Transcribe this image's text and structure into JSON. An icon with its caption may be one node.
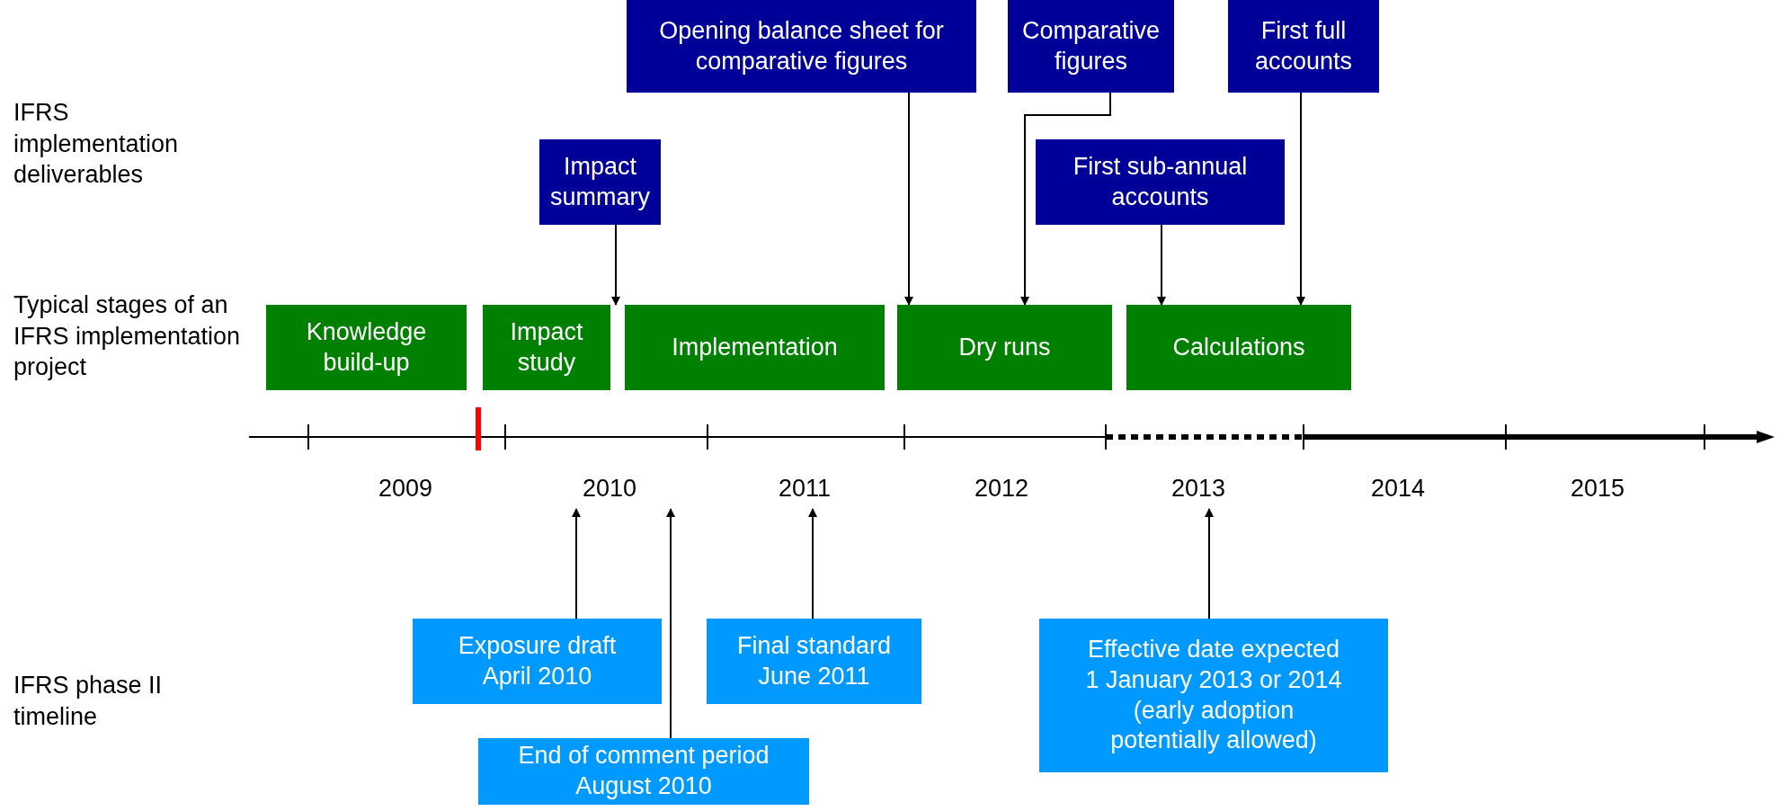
{
  "diagram": {
    "nodes": [
      {
        "text": [
          "Opening balance sheet for comparative figures"
        ]
      },
      {
        "text": [
          "Comparative figures"
        ]
      },
      {
        "text": [
          "First full accounts"
        ]
      },
      {
        "text": [
          "Impact summary"
        ]
      },
      {
        "text": [
          "First sub-annual accounts"
        ]
      },
      {
        "text": [
          "Knowledge build-up"
        ]
      },
      {
        "text": [
          "Impact study"
        ]
      },
      {
        "text": [
          "Implementation"
        ]
      },
      {
        "text": [
          "Dry runs"
        ]
      },
      {
        "text": [
          "Calculations"
        ]
      },
      {
        "text": [
          "Exposure draft April 2010"
        ]
      },
      {
        "text": [
          "Final standard June 2011"
        ]
      },
      {
        "text": [
          "Effective date expected 1 January 2013 or 2014 (early adoption potentially allowed)"
        ]
      },
      {
        "text": [
          "End of comment period August 2010"
        ]
      },
      {
        "text": [
          "2009"
        ]
      },
      {
        "text": [
          "2010"
        ]
      },
      {
        "text": [
          "2011"
        ]
      },
      {
        "text": [
          "2012"
        ]
      },
      {
        "text": [
          "2013"
        ]
      },
      {
        "text": [
          "2014"
        ]
      },
      {
        "text": [
          "2015"
        ]
      }
    ],
    "edges": [
      {
        "from": 3,
        "to": 6,
        "arrow": "to"
      },
      {
        "from": 0,
        "to": 8,
        "arrow": "to"
      },
      {
        "from": 1,
        "to": 8,
        "arrow": "to"
      },
      {
        "from": 4,
        "to": 9,
        "arrow": "to"
      },
      {
        "from": 2,
        "to": 9,
        "arrow": "to"
      },
      {
        "from": 10,
        "to": 15,
        "arrow": "to"
      },
      {
        "from": 13,
        "to": 15,
        "arrow": "to"
      },
      {
        "from": 11,
        "to": 16,
        "arrow": "to"
      },
      {
        "from": 12,
        "to": 18,
        "arrow": "to"
      }
    ],
    "labels": [
      "IFRS implementation deliverables",
      "Typical stages of an IFRS implementation project",
      "IFRS phase II timeline"
    ]
  }
}
